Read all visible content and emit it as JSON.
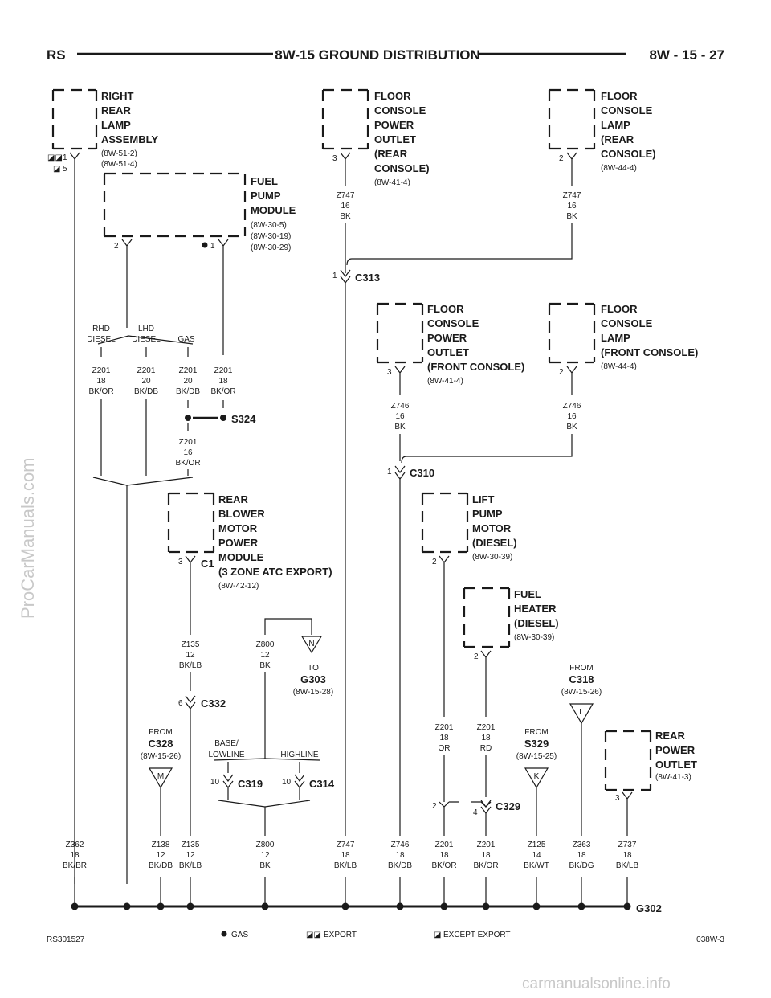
{
  "header": {
    "left": "RS",
    "title": "8W-15 GROUND DISTRIBUTION",
    "right": "8W - 15 - 27"
  },
  "footer": {
    "left": "RS301527",
    "right": "038W-3",
    "legend": [
      {
        "symbol": "gas-icon",
        "label": "GAS"
      },
      {
        "symbol": "export-icon",
        "label": "EXPORT"
      },
      {
        "symbol": "except-export-icon",
        "label": "EXCEPT EXPORT"
      }
    ]
  },
  "watermarks": {
    "vertical": "ProCarManuals.com",
    "bottom": "carmanualsonline.info"
  },
  "components": {
    "right_rear_lamp": {
      "title": [
        "RIGHT",
        "REAR",
        "LAMP",
        "ASSEMBLY"
      ],
      "refs": [
        "(8W-51-2)",
        "(8W-51-4)"
      ],
      "pins": [
        "1",
        "5"
      ]
    },
    "fuel_pump_module": {
      "title": [
        "FUEL",
        "PUMP",
        "MODULE"
      ],
      "refs": [
        "(8W-30-5)",
        "(8W-30-19)",
        "(8W-30-29)"
      ],
      "pins": [
        "2",
        "1"
      ]
    },
    "floor_console_outlet_rear": {
      "title": [
        "FLOOR",
        "CONSOLE",
        "POWER",
        "OUTLET",
        "(REAR",
        "CONSOLE)"
      ],
      "refs": [
        "(8W-41-4)"
      ],
      "pin": "3"
    },
    "floor_console_lamp_rear": {
      "title": [
        "FLOOR",
        "CONSOLE",
        "LAMP",
        "(REAR",
        "CONSOLE)"
      ],
      "refs": [
        "(8W-44-4)"
      ],
      "pin": "2"
    },
    "floor_console_outlet_front": {
      "title": [
        "FLOOR",
        "CONSOLE",
        "POWER",
        "OUTLET",
        "(FRONT CONSOLE)"
      ],
      "refs": [
        "(8W-41-4)"
      ],
      "pin": "3"
    },
    "floor_console_lamp_front": {
      "title": [
        "FLOOR",
        "CONSOLE",
        "LAMP",
        "(FRONT CONSOLE)"
      ],
      "refs": [
        "(8W-44-4)"
      ],
      "pin": "2"
    },
    "rear_blower_module": {
      "title": [
        "REAR",
        "BLOWER",
        "MOTOR",
        "POWER",
        "MODULE",
        "(3 ZONE ATC EXPORT)"
      ],
      "refs": [
        "(8W-42-12)"
      ],
      "pin": "3",
      "connector": "C1"
    },
    "lift_pump_motor": {
      "title": [
        "LIFT",
        "PUMP",
        "MOTOR",
        "(DIESEL)"
      ],
      "refs": [
        "(8W-30-39)"
      ],
      "pin": "2"
    },
    "fuel_heater": {
      "title": [
        "FUEL",
        "HEATER",
        "(DIESEL)"
      ],
      "refs": [
        "(8W-30-39)"
      ],
      "pin": "2"
    },
    "rear_power_outlet": {
      "title": [
        "REAR",
        "POWER",
        "OUTLET"
      ],
      "refs": [
        "(8W-41-3)"
      ],
      "pin": "3"
    }
  },
  "connectors": {
    "c313": {
      "name": "C313",
      "pin": "1"
    },
    "c310": {
      "name": "C310",
      "pin": "1"
    },
    "c332": {
      "name": "C332",
      "pin": "6"
    },
    "c319": {
      "name": "C319",
      "pin": "10"
    },
    "c314": {
      "name": "C314",
      "pin": "10"
    },
    "c329": {
      "name": "C329",
      "pins": [
        "2",
        "4"
      ]
    },
    "s324": {
      "name": "S324"
    },
    "g302": {
      "name": "G302"
    }
  },
  "options": {
    "rhd": [
      "RHD",
      "DIESEL"
    ],
    "lhd": [
      "LHD",
      "DIESEL"
    ],
    "gas": "GAS",
    "base": [
      "BASE/",
      "LOWLINE"
    ],
    "highline": "HIGHLINE"
  },
  "offpage": {
    "c328": {
      "from": "FROM",
      "name": "C328",
      "ref": "(8W-15-26)",
      "letter": "M"
    },
    "s329": {
      "from": "FROM",
      "name": "S329",
      "ref": "(8W-15-25)",
      "letter": "K"
    },
    "c318": {
      "from": "FROM",
      "name": "C318",
      "ref": "(8W-15-26)",
      "letter": "L"
    },
    "g303": {
      "to": "TO",
      "name": "G303",
      "ref": "(8W-15-28)",
      "letter": "N"
    }
  },
  "wires": {
    "z747_a": [
      "Z747",
      "16",
      "BK"
    ],
    "z747_b": [
      "Z747",
      "16",
      "BK"
    ],
    "z746_a": [
      "Z746",
      "16",
      "BK"
    ],
    "z746_b": [
      "Z746",
      "16",
      "BK"
    ],
    "z201_rhd": [
      "Z201",
      "18",
      "BK/OR"
    ],
    "z201_lhd": [
      "Z201",
      "20",
      "BK/DB"
    ],
    "z201_gas": [
      "Z201",
      "20",
      "BK/DB"
    ],
    "z201_pin1": [
      "Z201",
      "18",
      "BK/OR"
    ],
    "z201_s324": [
      "Z201",
      "16",
      "BK/OR"
    ],
    "z135_top": [
      "Z135",
      "12",
      "BK/LB"
    ],
    "z800_top": [
      "Z800",
      "12",
      "BK"
    ],
    "z201_or": [
      "Z201",
      "18",
      "OR"
    ],
    "z201_rd": [
      "Z201",
      "18",
      "RD"
    ],
    "bottom": [
      [
        "Z362",
        "18",
        "BK/BR"
      ],
      [
        "Z138",
        "12",
        "BK/DB"
      ],
      [
        "Z135",
        "12",
        "BK/LB"
      ],
      [
        "Z800",
        "12",
        "BK"
      ],
      [
        "Z747",
        "18",
        "BK/LB"
      ],
      [
        "Z746",
        "18",
        "BK/DB"
      ],
      [
        "Z201",
        "18",
        "BK/OR"
      ],
      [
        "Z201",
        "18",
        "BK/OR"
      ],
      [
        "Z125",
        "14",
        "BK/WT"
      ],
      [
        "Z363",
        "18",
        "BK/DG"
      ],
      [
        "Z737",
        "18",
        "BK/LB"
      ]
    ]
  }
}
